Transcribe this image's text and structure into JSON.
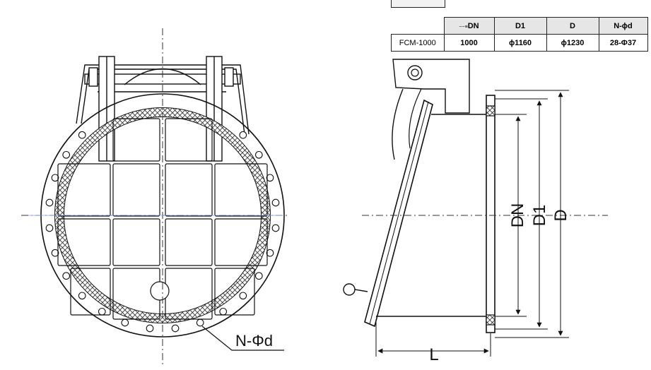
{
  "table": {
    "headers": [
      "",
      "DN",
      "D1",
      "D",
      "N-ϕd"
    ],
    "row": [
      "FCM-1000",
      "1000",
      "ϕ1160",
      "ϕ1230",
      "28-Φ37"
    ]
  },
  "labels": {
    "hole_callout": "N-Φd",
    "dim_dn": "DN",
    "dim_d1": "D1",
    "dim_d": "D",
    "dim_l": "L"
  }
}
